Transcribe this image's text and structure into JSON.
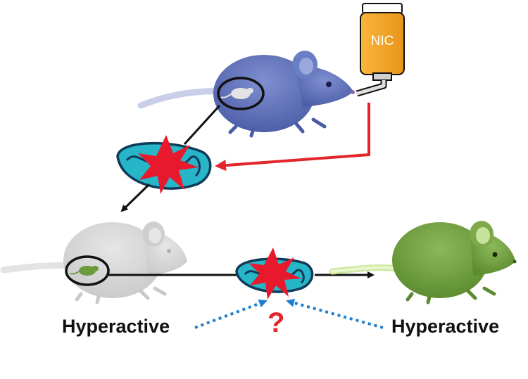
{
  "bottle": {
    "label": "NIC"
  },
  "labels": {
    "left": "Hyperactive",
    "right": "Hyperactive",
    "question": "?"
  },
  "colors": {
    "mother_mouse": "#5b6fb8",
    "offspring_mouse": "#d9d9d9",
    "grandchild_mouse": "#6c9a3a",
    "bottle": "#f5a623",
    "damage_star": "#e8192c",
    "mitochondria": "#27b5c8",
    "nicotine_arrow": "#e2262b",
    "question_arrow": "#1e7fd0",
    "question_mark": "#e2262b"
  }
}
